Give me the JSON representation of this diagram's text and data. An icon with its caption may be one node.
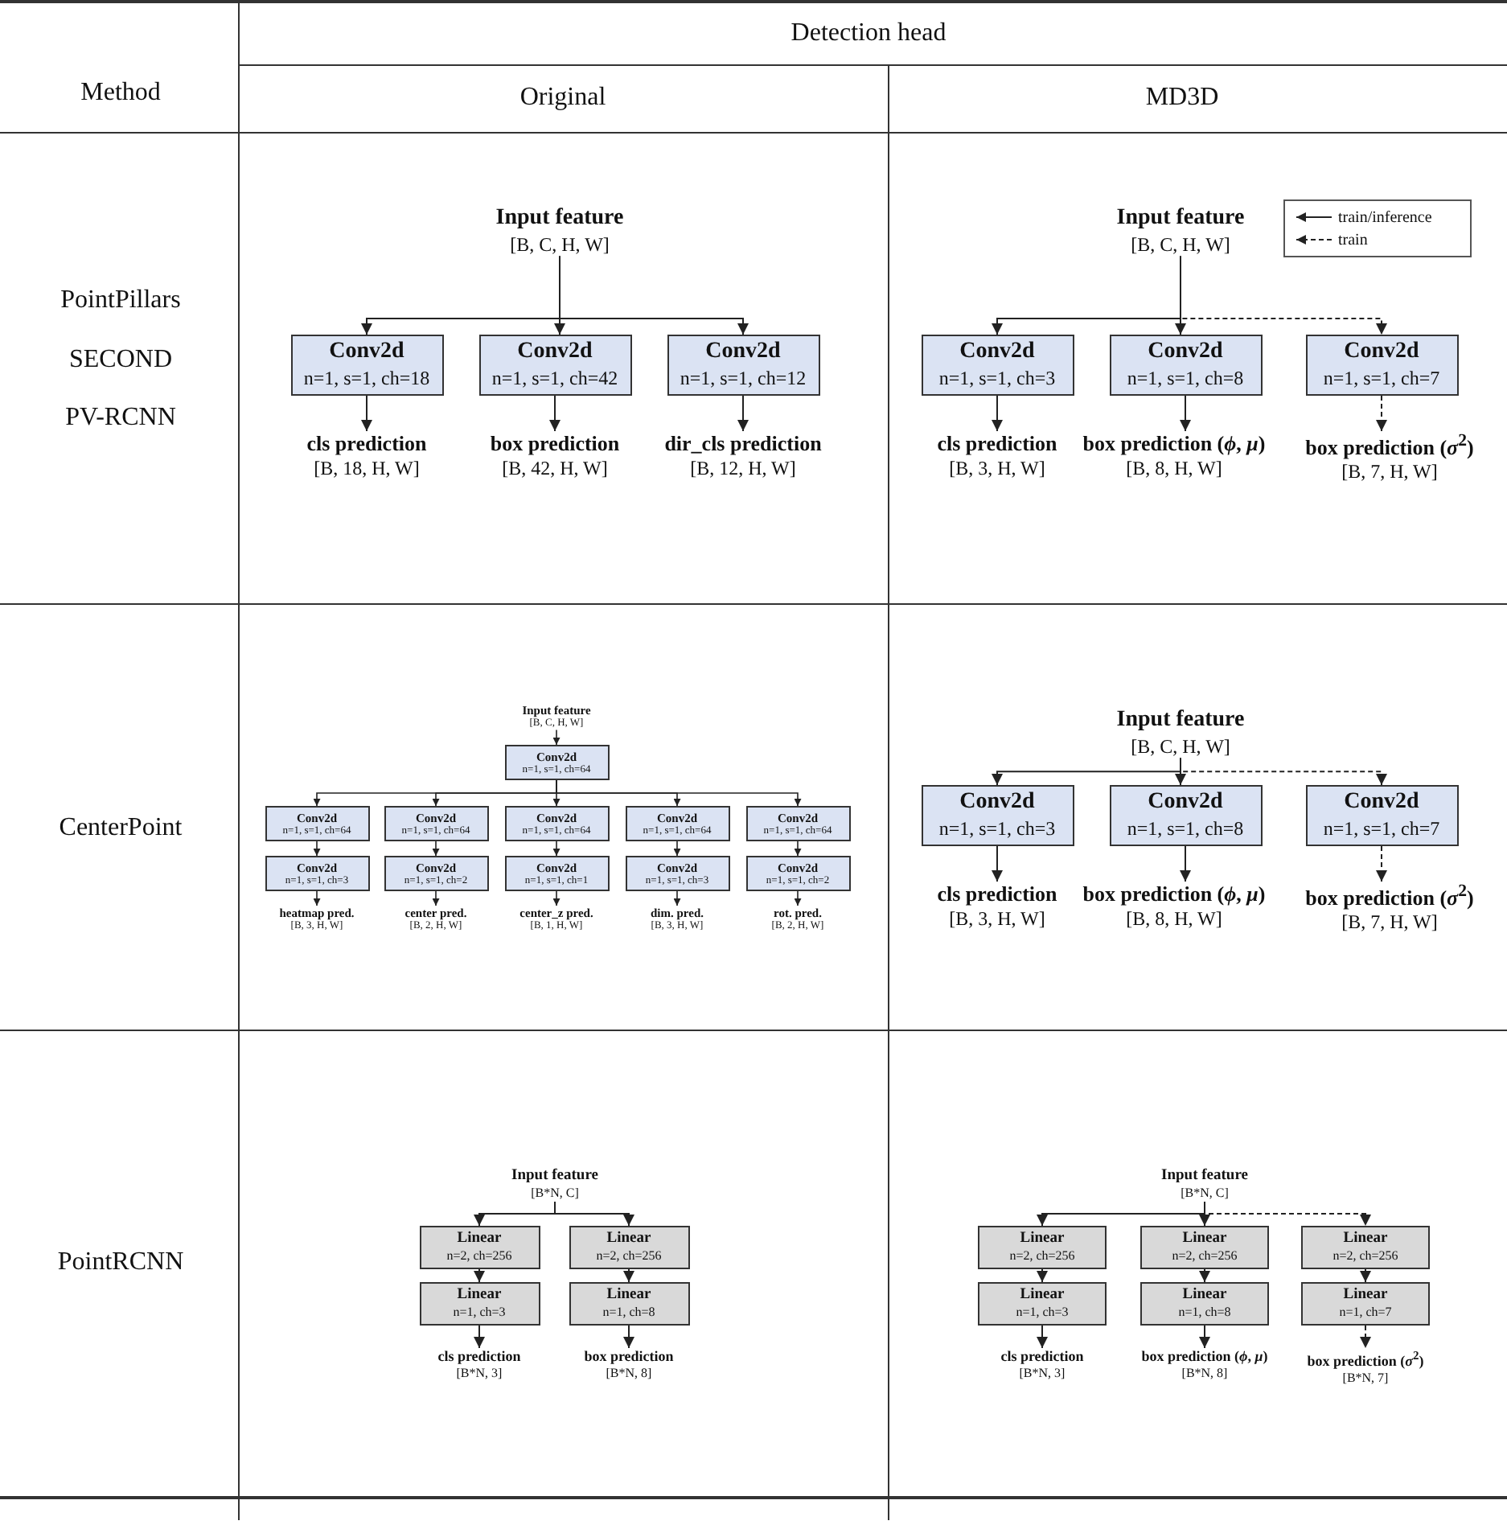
{
  "diagram": {
    "nodes": [
      {
        "text": [
          "Input feature",
          "[B, C, H, W]"
        ]
      },
      {
        "text": [
          "Conv2d",
          "n=1, s=1, ch=18"
        ]
      },
      {
        "text": [
          "Conv2d",
          "n=1, s=1, ch=42"
        ]
      },
      {
        "text": [
          "Conv2d",
          "n=1, s=1, ch=12"
        ]
      },
      {
        "text": [
          "cls prediction",
          "[B, 18, H, W]"
        ]
      },
      {
        "text": [
          "box prediction",
          "[B, 42, H, W]"
        ]
      },
      {
        "text": [
          "dir_cls prediction",
          "[B, 12, H, W]"
        ]
      },
      {
        "text": [
          "Input feature",
          "[B, C, H, W]"
        ]
      },
      {
        "text": [
          "Conv2d",
          "n=1, s=1, ch=3"
        ]
      },
      {
        "text": [
          "Conv2d",
          "n=1, s=1, ch=8"
        ]
      },
      {
        "text": [
          "Conv2d",
          "n=1, s=1, ch=7"
        ]
      },
      {
        "text": [
          "cls prediction",
          "[B, 3, H, W]"
        ]
      },
      {
        "text": [
          "box prediction (*ϕ*, *μ*)",
          "[B, 8, H, W]"
        ]
      },
      {
        "text": [
          "box prediction (*σ*$^{2}$)",
          "[B, 7, H, W]"
        ]
      },
      {
        "text": [
          "Input feature",
          "[B, C, H, W]"
        ]
      },
      {
        "text": [
          "Conv2d",
          "n=1, s=1, ch=64"
        ]
      },
      {
        "text": [
          "Conv2d",
          "n=1, s=1, ch=64"
        ]
      },
      {
        "text": [
          "Conv2d",
          "n=1, s=1, ch=64"
        ]
      },
      {
        "text": [
          "Conv2d",
          "n=1, s=1, ch=64"
        ]
      },
      {
        "text": [
          "Conv2d",
          "n=1, s=1, ch=64"
        ]
      },
      {
        "text": [
          "Conv2d",
          "n=1, s=1, ch=64"
        ]
      },
      {
        "text": [
          "Conv2d",
          "n=1, s=1, ch=3"
        ]
      },
      {
        "text": [
          "Conv2d",
          "n=1, s=1, ch=2"
        ]
      },
      {
        "text": [
          "Conv2d",
          "n=1, s=1, ch=1"
        ]
      },
      {
        "text": [
          "Conv2d",
          "n=1, s=1, ch=3"
        ]
      },
      {
        "text": [
          "Conv2d",
          "n=1, s=1, ch=2"
        ]
      },
      {
        "text": [
          "heatmap pred.",
          "[B, 3, H, W]"
        ]
      },
      {
        "text": [
          "center pred.",
          "[B, 2, H, W]"
        ]
      },
      {
        "text": [
          "center_z pred.",
          "[B, 1, H, W]"
        ]
      },
      {
        "text": [
          "dim. pred.",
          "[B, 3, H, W]"
        ]
      },
      {
        "text": [
          "rot. pred.",
          "[B, 2, H, W]"
        ]
      },
      {
        "text": [
          "Input feature",
          "[B, C, H, W]"
        ]
      },
      {
        "text": [
          "Conv2d",
          "n=1, s=1, ch=3"
        ]
      },
      {
        "text": [
          "Conv2d",
          "n=1, s=1, ch=8"
        ]
      },
      {
        "text": [
          "Conv2d",
          "n=1, s=1, ch=7"
        ]
      },
      {
        "text": [
          "cls prediction",
          "[B, 3, H, W]"
        ]
      },
      {
        "text": [
          "box prediction (*ϕ*, *μ*)",
          "[B, 8, H, W]"
        ]
      },
      {
        "text": [
          "box prediction (*σ*$^{2}$)",
          "[B, 7, H, W]"
        ]
      },
      {
        "text": [
          "Input feature",
          "[B*N, C]"
        ]
      },
      {
        "text": [
          "Linear",
          "n=2, ch=256"
        ]
      },
      {
        "text": [
          "Linear",
          "n=2, ch=256"
        ]
      },
      {
        "text": [
          "Linear",
          "n=1, ch=3"
        ]
      },
      {
        "text": [
          "Linear",
          "n=1, ch=8"
        ]
      },
      {
        "text": [
          "cls prediction",
          "[B*N, 3]"
        ]
      },
      {
        "text": [
          "box prediction",
          "[B*N, 8]"
        ]
      },
      {
        "text": [
          "Input feature",
          "[B*N, C]"
        ]
      },
      {
        "text": [
          "Linear",
          "n=2, ch=256"
        ]
      },
      {
        "text": [
          "Linear",
          "n=2, ch=256"
        ]
      },
      {
        "text": [
          "Linear",
          "n=2, ch=256"
        ]
      },
      {
        "text": [
          "Linear",
          "n=1, ch=3"
        ]
      },
      {
        "text": [
          "Linear",
          "n=1, ch=8"
        ]
      },
      {
        "text": [
          "Linear",
          "n=1, ch=7"
        ]
      },
      {
        "text": [
          "cls prediction",
          "[B*N, 3]"
        ]
      },
      {
        "text": [
          "box prediction (*ϕ*, *μ*)",
          "[B*N, 8]"
        ]
      },
      {
        "text": [
          "box prediction (*σ*$^{2}$)",
          "[B*N, 7]"
        ]
      }
    ],
    "edges": [
      {
        "from": 0,
        "to": 1,
        "arrow": "to"
      },
      {
        "from": 0,
        "to": 2,
        "arrow": "to"
      },
      {
        "from": 0,
        "to": 3,
        "arrow": "to"
      },
      {
        "from": 1,
        "to": 4,
        "arrow": "to"
      },
      {
        "from": 2,
        "to": 5,
        "arrow": "to"
      },
      {
        "from": 3,
        "to": 6,
        "arrow": "to"
      },
      {
        "from": 7,
        "to": 8,
        "arrow": "to"
      },
      {
        "from": 7,
        "to": 9,
        "arrow": "to"
      },
      {
        "from": 7,
        "to": 10,
        "arrow": "to",
        "style": "dashed"
      },
      {
        "from": 8,
        "to": 11,
        "arrow": "to"
      },
      {
        "from": 9,
        "to": 12,
        "arrow": "to"
      },
      {
        "from": 10,
        "to": 13,
        "arrow": "to",
        "style": "dashed"
      },
      {
        "from": 14,
        "to": 15,
        "arrow": "to"
      },
      {
        "from": 15,
        "to": 16,
        "arrow": "to"
      },
      {
        "from": 15,
        "to": 17,
        "arrow": "to"
      },
      {
        "from": 15,
        "to": 18,
        "arrow": "to"
      },
      {
        "from": 15,
        "to": 19,
        "arrow": "to"
      },
      {
        "from": 15,
        "to": 20,
        "arrow": "to"
      },
      {
        "from": 16,
        "to": 21,
        "arrow": "to"
      },
      {
        "from": 17,
        "to": 22,
        "arrow": "to"
      },
      {
        "from": 18,
        "to": 23,
        "arrow": "to"
      },
      {
        "from": 19,
        "to": 24,
        "arrow": "to"
      },
      {
        "from": 20,
        "to": 25,
        "arrow": "to"
      },
      {
        "from": 21,
        "to": 26,
        "arrow": "to"
      },
      {
        "from": 22,
        "to": 27,
        "arrow": "to"
      },
      {
        "from": 23,
        "to": 28,
        "arrow": "to"
      },
      {
        "from": 24,
        "to": 29,
        "arrow": "to"
      },
      {
        "from": 25,
        "to": 30,
        "arrow": "to"
      },
      {
        "from": 31,
        "to": 32,
        "arrow": "to"
      },
      {
        "from": 31,
        "to": 33,
        "arrow": "to"
      },
      {
        "from": 31,
        "to": 34,
        "arrow": "to",
        "style": "dashed"
      },
      {
        "from": 32,
        "to": 35,
        "arrow": "to"
      },
      {
        "from": 33,
        "to": 36,
        "arrow": "to"
      },
      {
        "from": 34,
        "to": 37,
        "arrow": "to",
        "style": "dashed"
      },
      {
        "from": 38,
        "to": 39,
        "arrow": "to"
      },
      {
        "from": 38,
        "to": 40,
        "arrow": "to"
      },
      {
        "from": 39,
        "to": 41,
        "arrow": "to"
      },
      {
        "from": 40,
        "to": 42,
        "arrow": "to"
      },
      {
        "from": 41,
        "to": 43,
        "arrow": "to"
      },
      {
        "from": 42,
        "to": 44,
        "arrow": "to"
      },
      {
        "from": 45,
        "to": 46,
        "arrow": "to"
      },
      {
        "from": 45,
        "to": 47,
        "arrow": "to"
      },
      {
        "from": 45,
        "to": 48,
        "arrow": "to",
        "style": "dashed"
      },
      {
        "from": 46,
        "to": 49,
        "arrow": "to"
      },
      {
        "from": 47,
        "to": 50,
        "arrow": "to"
      },
      {
        "from": 48,
        "to": 51,
        "arrow": "to",
        "style": "dashed"
      },
      {
        "from": 49,
        "to": 52,
        "arrow": "to"
      },
      {
        "from": 50,
        "to": 53,
        "arrow": "to"
      },
      {
        "from": 51,
        "to": 54,
        "arrow": "to",
        "style": "dashed"
      }
    ],
    "labels": [
      "Method",
      "Detection head",
      "Original",
      "MD3D",
      "PointPillars",
      "SECOND",
      "PV-RCNN",
      "CenterPoint",
      "PointRCNN"
    ],
    "legend": [
      {
        "text": "train/inference"
      },
      {
        "text": "train"
      }
    ]
  }
}
